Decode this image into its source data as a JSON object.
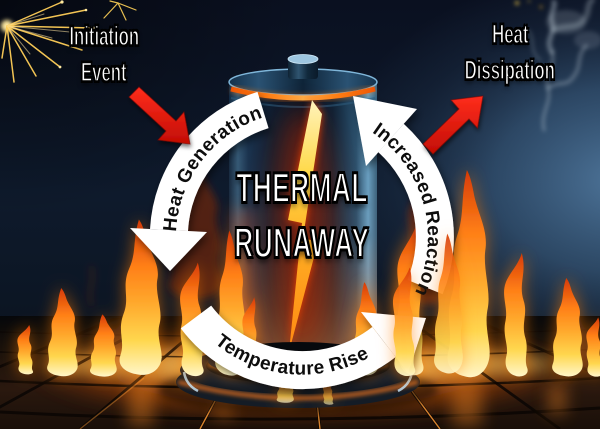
{
  "title": {
    "line1": "THERMAL",
    "line2": "RUNAWAY"
  },
  "callouts": {
    "initiation": {
      "line1": "Initiation",
      "line2": "Event"
    },
    "dissipation": {
      "line1": "Heat",
      "line2": "Dissipation"
    }
  },
  "cycle": {
    "steps": [
      {
        "id": "heat-generation",
        "label": "Heat Generation"
      },
      {
        "id": "temperature-rise",
        "label": "Temperature Rise"
      },
      {
        "id": "increased-reaction",
        "label": "Increased Reaction"
      }
    ]
  },
  "colors": {
    "band_white": "#ffffff",
    "band_text": "#0d0d0d",
    "callout_arrow_red": "#e8140a",
    "flame_core": "#fff6c8",
    "flame_mid": "#ff9e1c",
    "flame_deep": "#d8420a",
    "bolt_yellow": "#ffd845",
    "background_steel_blue": "#2f5878",
    "background_dark_navy": "#0a1020",
    "floor_glow_orange": "#ff8a1e"
  }
}
